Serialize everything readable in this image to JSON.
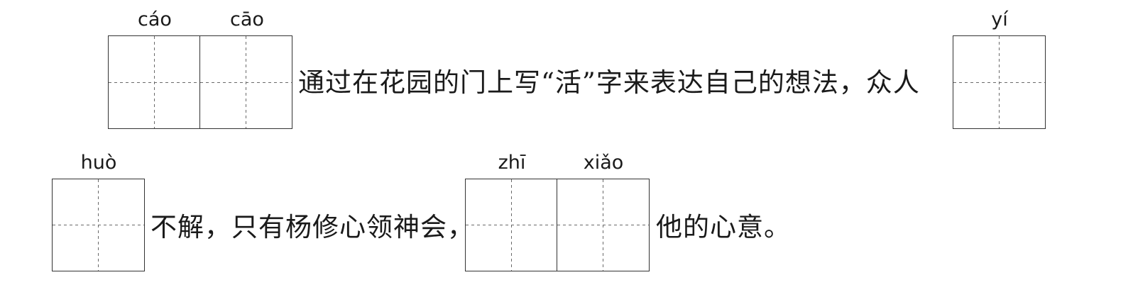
{
  "lines": [
    {
      "blanks": [
        {
          "id": "cao",
          "pinyin": "cáo"
        },
        {
          "id": "cao2",
          "pinyin": "cāo"
        },
        {
          "id": "yi",
          "pinyin": "yí"
        }
      ],
      "text": "通过在花园的门上写“活”字来表达自己的想法，众人"
    },
    {
      "blanks": [
        {
          "id": "huo",
          "pinyin": "huò"
        },
        {
          "id": "zhi",
          "pinyin": "zhī"
        },
        {
          "id": "xiao",
          "pinyin": "xiǎo"
        }
      ],
      "text_1": "不解，只有杨修心领神会，",
      "text_2": "他的心意。"
    }
  ]
}
